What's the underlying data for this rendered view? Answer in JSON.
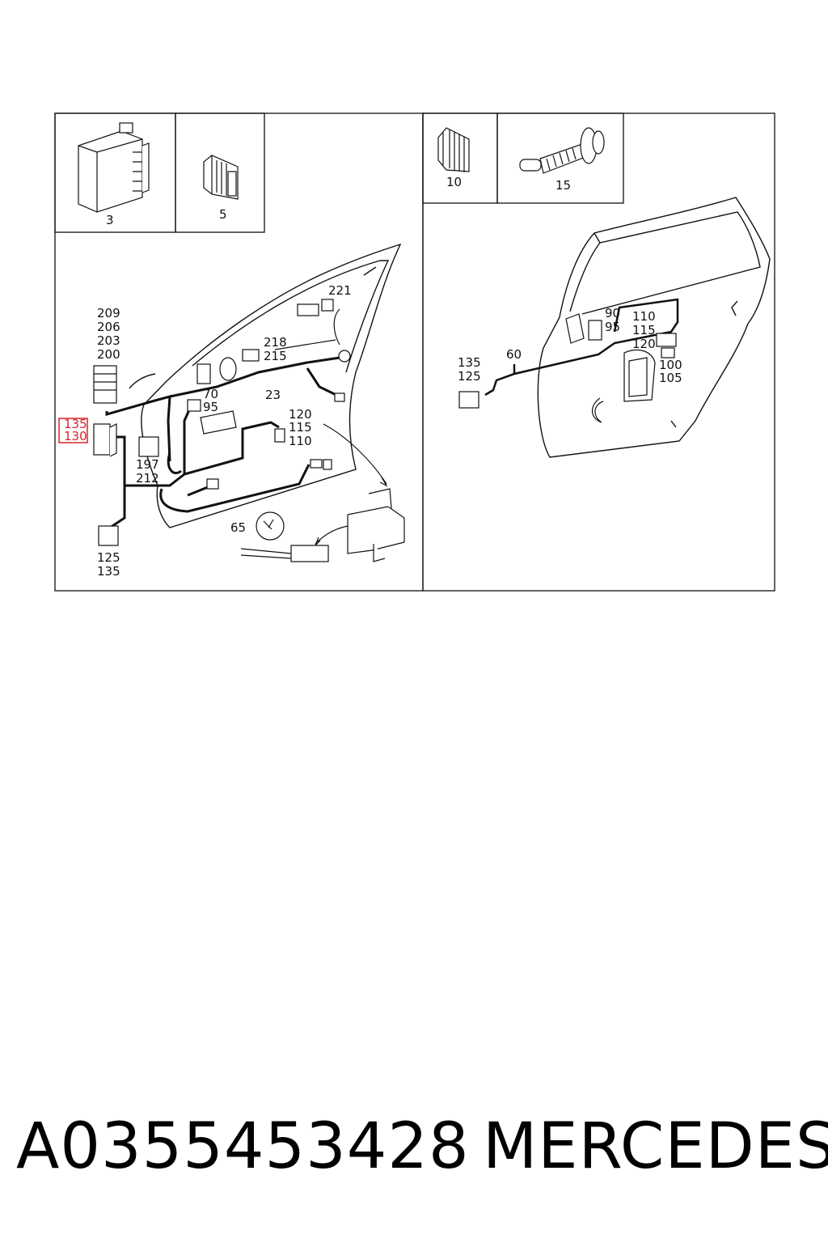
{
  "footer": {
    "part_number": "A0355453428",
    "brand": "MERCEDES"
  },
  "highlight_color": "#d9232a",
  "callouts": {
    "c3": "3",
    "c5": "5",
    "c10": "10",
    "c15": "15",
    "c221": "221",
    "c209": "209",
    "c206": "206",
    "c203": "203",
    "c200": "200",
    "c218": "218",
    "c215": "215",
    "c70": "70",
    "c95a": "95",
    "c23": "23",
    "c135a": "135",
    "c130": "130",
    "c120a": "120",
    "c115a": "115",
    "c110a": "110",
    "c197": "197",
    "c212": "212",
    "c65": "65",
    "c125a": "125",
    "c135b": "135",
    "c90": "90",
    "c95b": "95",
    "c110b": "110",
    "c115b": "115",
    "c120b": "120",
    "c135c": "135",
    "c125b": "125",
    "c60": "60",
    "c100": "100",
    "c105": "105"
  }
}
